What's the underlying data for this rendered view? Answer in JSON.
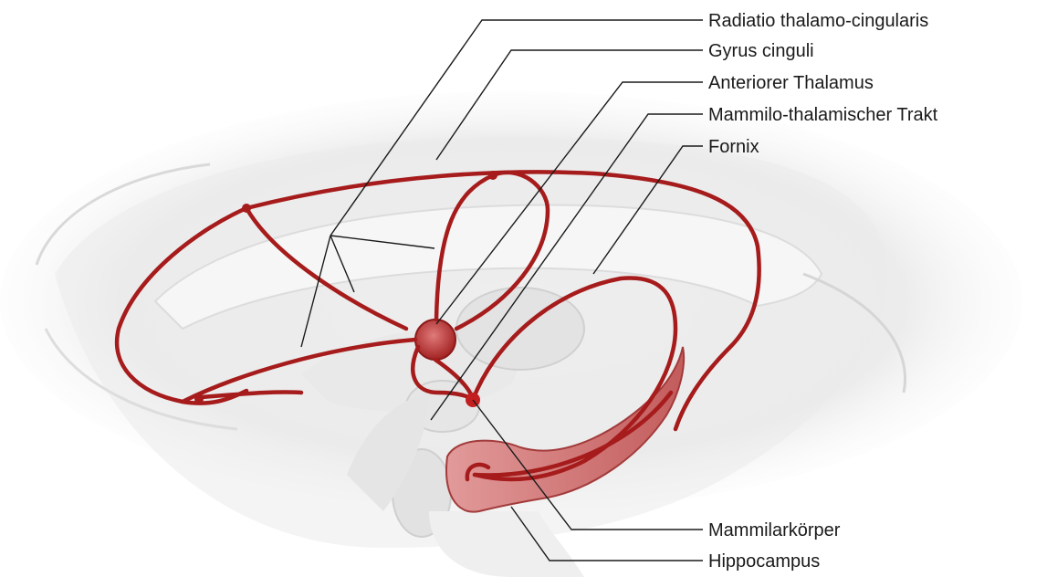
{
  "labels": {
    "radiatio": "Radiatio thalamo-cingularis",
    "gyrus": "Gyrus cinguli",
    "thalamus": "Anteriorer Thalamus",
    "mammilo_trakt": "Mammilo-thalamischer Trakt",
    "fornix": "Fornix",
    "mammilarkoerper": "Mammilarkörper",
    "hippocampus": "Hippocampus"
  },
  "colors": {
    "circuit": "#a61b1b",
    "hippocampus_fill": "#d98a8a",
    "brain_shadow": "#e8e8e8"
  }
}
